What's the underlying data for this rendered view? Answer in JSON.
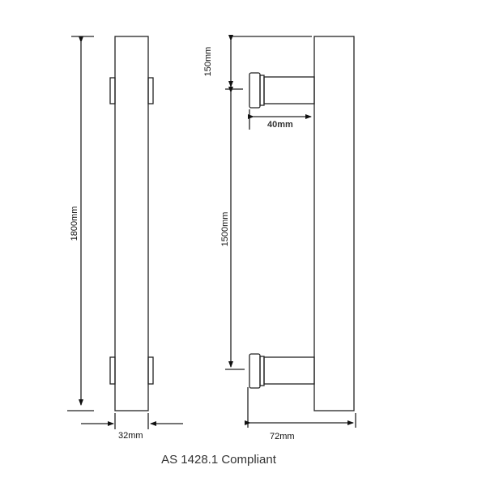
{
  "dimensions": {
    "overall_length": "1800mm",
    "width": "32mm",
    "top_offset": "150mm",
    "centres": "1500mm",
    "standoff": "40mm",
    "depth": "72mm"
  },
  "caption": "AS 1428.1 Compliant"
}
